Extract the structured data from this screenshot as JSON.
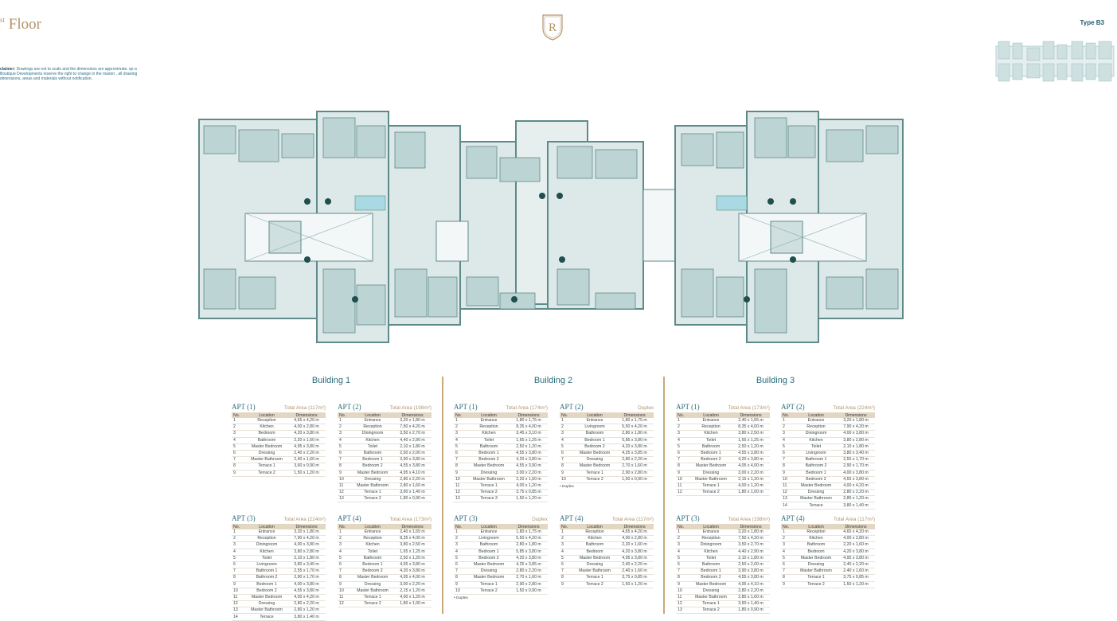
{
  "header": {
    "title_main": "Floor",
    "title_sup": "st",
    "disclaimer_label": "claimer:",
    "disclaimer_text": "Drawings are not to scale and the dimensions are approximate. qe a Boutique Developments reserve the right to change in the master , all drawing dimensions, areas and materials without notification.",
    "logo_letter": "R",
    "type_label": "Type B3"
  },
  "buildings": [
    "Building 1",
    "Building 2",
    "Building 3"
  ],
  "table_headers": {
    "no": "No.",
    "location": "Location",
    "dimensions": "Dimensions"
  },
  "duplex_note": "Duplex",
  "apartments": [
    {
      "name": "APT (1)",
      "area": "Total Area (117m²)",
      "rows": [
        [
          "1",
          "Reception",
          "4,65 x 4,20 m"
        ],
        [
          "2",
          "Kitchen",
          "4,00 x 2,80 m"
        ],
        [
          "3",
          "Bedroom",
          "4,20 x 3,80 m"
        ],
        [
          "4",
          "Bathroom",
          "2,20 x 1,60 m"
        ],
        [
          "5",
          "Master Bedroom",
          "4,95 x 3,80 m"
        ],
        [
          "6",
          "Dressing",
          "2,40 x 2,20 m"
        ],
        [
          "7",
          "Master Bathroom",
          "2,40 x 1,60 m"
        ],
        [
          "8",
          "Terrace 1",
          "3,60 x 0,90 m"
        ],
        [
          "9",
          "Terrace 2",
          "1,50 x 1,20 m"
        ]
      ]
    },
    {
      "name": "APT (2)",
      "area": "Total Area (198m²)",
      "rows": [
        [
          "1",
          "Entrance",
          "3,20 x 1,80 m"
        ],
        [
          "2",
          "Reception",
          "7,50 x 4,20 m"
        ],
        [
          "3",
          "Diningroom",
          "3,50 x 2,70 m"
        ],
        [
          "4",
          "Kitchen",
          "4,40 x 2,90 m"
        ],
        [
          "5",
          "Toilet",
          "2,10 x 1,80 m"
        ],
        [
          "6",
          "Bathroom",
          "2,50 x 2,00 m"
        ],
        [
          "7",
          "Bedroom 1",
          "3,90 x 3,80 m"
        ],
        [
          "8",
          "Bedroom 2",
          "4,55 x 3,80 m"
        ],
        [
          "9",
          "Master Bedroom",
          "4,95 x 4,10 m"
        ],
        [
          "10",
          "Dressing",
          "2,80 x 2,20 m"
        ],
        [
          "11",
          "Master Bathroom",
          "2,80 x 1,60 m"
        ],
        [
          "12",
          "Terrace 1",
          "3,90 x 1,40 m"
        ],
        [
          "13",
          "Terrace 2",
          "1,80 x 0,90 m"
        ]
      ]
    },
    {
      "name": "APT (1)",
      "area": "Total Area (174m²)",
      "rows": [
        [
          "1",
          "Entrance",
          "1,80 x 1,75 m"
        ],
        [
          "2",
          "Reception",
          "8,35 x 4,00 m"
        ],
        [
          "3",
          "Kitchen",
          "3,45 x 3,10 m"
        ],
        [
          "4",
          "Toilet",
          "1,65 x 1,25 m"
        ],
        [
          "5",
          "Bathroom",
          "2,50 x 1,20 m"
        ],
        [
          "6",
          "Bedroom 1",
          "4,55 x 3,80 m"
        ],
        [
          "7",
          "Bedroom 2",
          "4,20 x 3,80 m"
        ],
        [
          "8",
          "Master Bedroom",
          "4,55 x 3,90 m"
        ],
        [
          "9",
          "Dressing",
          "3,00 x 2,20 m"
        ],
        [
          "10",
          "Master Bathroom",
          "2,20 x 1,60 m"
        ],
        [
          "11",
          "Terrace 1",
          "4,00 x 1,20 m"
        ],
        [
          "12",
          "Terrace 2",
          "3,75 x 0,85 m"
        ],
        [
          "13",
          "Terrace 3",
          "1,50 x 1,20 m"
        ]
      ]
    },
    {
      "name": "APT (2)",
      "area": "Duplex",
      "rows": [
        [
          "1",
          "Entrance",
          "1,80 x 1,75 m"
        ],
        [
          "2",
          "Livingroom",
          "5,50 x 4,20 m"
        ],
        [
          "3",
          "Bathroom",
          "2,80 x 1,80 m"
        ],
        [
          "4",
          "Bedroom 1",
          "5,85 x 3,80 m"
        ],
        [
          "5",
          "Bedroom 2",
          "4,20 x 3,80 m"
        ],
        [
          "6",
          "Master Bedroom",
          "4,25 x 3,85 m"
        ],
        [
          "7",
          "Dressing",
          "2,80 x 2,20 m"
        ],
        [
          "8",
          "Master Bedroom",
          "2,70 x 1,60 m"
        ],
        [
          "9",
          "Terrace 1",
          "2,90 x 2,80 m"
        ],
        [
          "10",
          "Terrace 2",
          "1,50 x 0,90 m"
        ]
      ],
      "note": "• Duplex"
    },
    {
      "name": "APT (1)",
      "area": "Total Area (173m²)",
      "rows": [
        [
          "1",
          "Entrance",
          "2,40 x 1,65 m"
        ],
        [
          "2",
          "Reception",
          "8,35 x 4,00 m"
        ],
        [
          "3",
          "Kitchen",
          "3,80 x 2,50 m"
        ],
        [
          "4",
          "Toilet",
          "1,65 x 1,25 m"
        ],
        [
          "5",
          "Bathroom",
          "2,50 x 1,20 m"
        ],
        [
          "6",
          "Bedroom 1",
          "4,55 x 3,80 m"
        ],
        [
          "7",
          "Bedroom 2",
          "4,20 x 3,80 m"
        ],
        [
          "8",
          "Master Bedroom",
          "4,05 x 4,00 m"
        ],
        [
          "9",
          "Dressing",
          "3,00 x 2,20 m"
        ],
        [
          "10",
          "Master Bathroom",
          "2,15 x 1,20 m"
        ],
        [
          "11",
          "Terrace 1",
          "4,00 x 1,20 m"
        ],
        [
          "12",
          "Terrace 2",
          "1,80 x 1,00 m"
        ]
      ]
    },
    {
      "name": "APT (2)",
      "area": "Total Area (224m²)",
      "rows": [
        [
          "1",
          "Entrance",
          "3,20 x 1,80 m"
        ],
        [
          "2",
          "Reception",
          "7,90 x 4,20 m"
        ],
        [
          "3",
          "Diningroom",
          "4,00 x 3,80 m"
        ],
        [
          "4",
          "Kitchen",
          "3,80 x 2,80 m"
        ],
        [
          "5",
          "Toilet",
          "2,10 x 1,80 m"
        ],
        [
          "6",
          "Livingroom",
          "3,80 x 3,40 m"
        ],
        [
          "7",
          "Bathroom 1",
          "2,55 x 1,70 m"
        ],
        [
          "8",
          "Bathroom 2",
          "2,90 x 1,70 m"
        ],
        [
          "9",
          "Bedroom 1",
          "4,00 x 3,80 m"
        ],
        [
          "10",
          "Bedroom 2",
          "4,55 x 3,80 m"
        ],
        [
          "11",
          "Master Bedroom",
          "4,00 x 4,20 m"
        ],
        [
          "12",
          "Dressing",
          "2,80 x 2,20 m"
        ],
        [
          "13",
          "Master Bathroom",
          "2,80 x 1,20 m"
        ],
        [
          "14",
          "Terrace",
          "3,80 x 1,40 m"
        ]
      ]
    },
    {
      "name": "APT (3)",
      "area": "Total Area (224m²)",
      "rows": [
        [
          "1",
          "Entrance",
          "3,20 x 1,80 m"
        ],
        [
          "2",
          "Reception",
          "7,90 x 4,20 m"
        ],
        [
          "3",
          "Diningroom",
          "4,00 x 3,80 m"
        ],
        [
          "4",
          "Kitchen",
          "3,80 x 2,80 m"
        ],
        [
          "5",
          "Toilet",
          "2,10 x 1,80 m"
        ],
        [
          "6",
          "Livingroom",
          "3,80 x 3,40 m"
        ],
        [
          "7",
          "Bathroom 1",
          "2,55 x 1,70 m"
        ],
        [
          "8",
          "Bathroom 2",
          "2,90 x 1,70 m"
        ],
        [
          "9",
          "Bedroom 1",
          "4,00 x 3,80 m"
        ],
        [
          "10",
          "Bedroom 2",
          "4,55 x 3,80 m"
        ],
        [
          "11",
          "Master Bedroom",
          "4,00 x 4,20 m"
        ],
        [
          "12",
          "Dressing",
          "2,80 x 2,20 m"
        ],
        [
          "13",
          "Master Bathroom",
          "2,80 x 1,20 m"
        ],
        [
          "14",
          "Terrace",
          "3,80 x 1,40 m"
        ]
      ]
    },
    {
      "name": "APT (4)",
      "area": "Total Area (173m²)",
      "rows": [
        [
          "1",
          "Entrance",
          "2,40 x 1,65 m"
        ],
        [
          "2",
          "Reception",
          "8,35 x 4,00 m"
        ],
        [
          "3",
          "Kitchen",
          "3,80 x 2,50 m"
        ],
        [
          "4",
          "Toilet",
          "1,65 x 1,25 m"
        ],
        [
          "5",
          "Bathroom",
          "2,50 x 1,20 m"
        ],
        [
          "6",
          "Bedroom 1",
          "4,55 x 3,80 m"
        ],
        [
          "7",
          "Bedroom 2",
          "4,20 x 3,80 m"
        ],
        [
          "8",
          "Master Bedroom",
          "4,05 x 4,00 m"
        ],
        [
          "9",
          "Dressing",
          "3,00 x 2,20 m"
        ],
        [
          "10",
          "Master Bathroom",
          "2,15 x 1,20 m"
        ],
        [
          "11",
          "Terrace 1",
          "4,00 x 1,20 m"
        ],
        [
          "12",
          "Terrace 2",
          "1,80 x 1,00 m"
        ]
      ]
    },
    {
      "name": "APT (3)",
      "area": "Duplex",
      "rows": [
        [
          "1",
          "Entrance",
          "1,80 x 1,75 m"
        ],
        [
          "2",
          "Livingroom",
          "5,50 x 4,20 m"
        ],
        [
          "3",
          "Bathroom",
          "2,80 x 1,80 m"
        ],
        [
          "4",
          "Bedroom 1",
          "5,85 x 3,80 m"
        ],
        [
          "5",
          "Bedroom 2",
          "4,20 x 3,80 m"
        ],
        [
          "6",
          "Master Bedroom",
          "4,25 x 3,85 m"
        ],
        [
          "7",
          "Dressing",
          "2,80 x 2,20 m"
        ],
        [
          "8",
          "Master Bedroom",
          "2,70 x 1,60 m"
        ],
        [
          "9",
          "Terrace 1",
          "2,90 x 2,80 m"
        ],
        [
          "10",
          "Terrace 2",
          "1,50 x 0,90 m"
        ]
      ],
      "note": "• Duplex"
    },
    {
      "name": "APT (4)",
      "area": "Total Area (117m²)",
      "rows": [
        [
          "1",
          "Reception",
          "4,65 x 4,20 m"
        ],
        [
          "2",
          "Kitchen",
          "4,00 x 2,80 m"
        ],
        [
          "3",
          "Bathroom",
          "2,20 x 1,60 m"
        ],
        [
          "4",
          "Bedroom",
          "4,20 x 3,80 m"
        ],
        [
          "5",
          "Master Bedroom",
          "4,95 x 3,80 m"
        ],
        [
          "6",
          "Dressing",
          "2,40 x 2,20 m"
        ],
        [
          "7",
          "Master Bathroom",
          "2,40 x 1,60 m"
        ],
        [
          "8",
          "Terrace 1",
          "3,75 x 0,85 m"
        ],
        [
          "9",
          "Terrace 2",
          "1,50 x 1,20 m"
        ]
      ]
    },
    {
      "name": "APT (3)",
      "area": "Total Area (198m²)",
      "rows": [
        [
          "1",
          "Entrance",
          "3,20 x 1,80 m"
        ],
        [
          "2",
          "Reception",
          "7,50 x 4,20 m"
        ],
        [
          "3",
          "Diningroom",
          "3,50 x 2,70 m"
        ],
        [
          "4",
          "Kitchen",
          "4,40 x 2,90 m"
        ],
        [
          "5",
          "Toilet",
          "2,10 x 1,80 m"
        ],
        [
          "6",
          "Bathroom",
          "2,50 x 2,00 m"
        ],
        [
          "7",
          "Bedroom 1",
          "3,90 x 3,80 m"
        ],
        [
          "8",
          "Bedroom 2",
          "4,55 x 3,80 m"
        ],
        [
          "9",
          "Master Bedroom",
          "4,95 x 4,10 m"
        ],
        [
          "10",
          "Dressing",
          "2,80 x 2,20 m"
        ],
        [
          "11",
          "Master Bathroom",
          "2,80 x 1,60 m"
        ],
        [
          "12",
          "Terrace 1",
          "3,90 x 1,40 m"
        ],
        [
          "13",
          "Terrace 2",
          "1,80 x 0,90 m"
        ]
      ]
    },
    {
      "name": "APT (4)",
      "area": "Total Area (117m²)",
      "rows": [
        [
          "1",
          "Reception",
          "4,65 x 4,20 m"
        ],
        [
          "2",
          "Kitchen",
          "4,00 x 2,80 m"
        ],
        [
          "3",
          "Bathroom",
          "2,20 x 1,60 m"
        ],
        [
          "4",
          "Bedroom",
          "4,20 x 3,80 m"
        ],
        [
          "5",
          "Master Bedroom",
          "4,95 x 3,80 m"
        ],
        [
          "6",
          "Dressing",
          "2,40 x 2,20 m"
        ],
        [
          "7",
          "Master Bathroom",
          "2,40 x 1,60 m"
        ],
        [
          "8",
          "Terrace 1",
          "3,75 x 0,85 m"
        ],
        [
          "9",
          "Terrace 2",
          "1,50 x 1,20 m"
        ]
      ]
    }
  ],
  "colors": {
    "wall": "#5f8a8a",
    "floor": "#c9dcdb",
    "room": "#e6efee",
    "accent": "#b5946a",
    "teal_text": "#2c6c78",
    "header_fill": "#e3d6c2"
  }
}
